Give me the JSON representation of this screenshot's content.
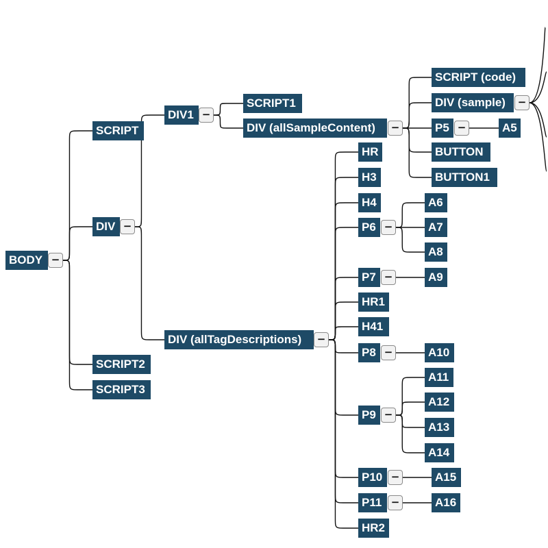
{
  "colors": {
    "node_bg": "#1e4a66",
    "node_text": "#ffffff",
    "line": "#111111",
    "toggle_bg": "#f2f2f2"
  },
  "toggle_symbol": "−",
  "nodes": {
    "body": {
      "label": "BODY"
    },
    "script": {
      "label": "SCRIPT"
    },
    "div": {
      "label": "DIV"
    },
    "script2": {
      "label": "SCRIPT2"
    },
    "script3": {
      "label": "SCRIPT3"
    },
    "div1": {
      "label": "DIV1"
    },
    "div_alltag": {
      "label": "DIV (allTagDescriptions)"
    },
    "script1": {
      "label": "SCRIPT1"
    },
    "div_allsample": {
      "label": "DIV (allSampleContent)"
    },
    "script_code": {
      "label": "SCRIPT (code)"
    },
    "div_sample": {
      "label": "DIV (sample)"
    },
    "p5": {
      "label": "P5"
    },
    "a5": {
      "label": "A5"
    },
    "button": {
      "label": "BUTTON"
    },
    "button1": {
      "label": "BUTTON1"
    },
    "hr": {
      "label": "HR"
    },
    "h3": {
      "label": "H3"
    },
    "h4": {
      "label": "H4"
    },
    "p6": {
      "label": "P6"
    },
    "a6": {
      "label": "A6"
    },
    "a7": {
      "label": "A7"
    },
    "a8": {
      "label": "A8"
    },
    "p7": {
      "label": "P7"
    },
    "a9": {
      "label": "A9"
    },
    "hr1": {
      "label": "HR1"
    },
    "h41": {
      "label": "H41"
    },
    "p8": {
      "label": "P8"
    },
    "a10": {
      "label": "A10"
    },
    "p9": {
      "label": "P9"
    },
    "a11": {
      "label": "A11"
    },
    "a12": {
      "label": "A12"
    },
    "a13": {
      "label": "A13"
    },
    "a14": {
      "label": "A14"
    },
    "p10": {
      "label": "P10"
    },
    "a15": {
      "label": "A15"
    },
    "p11": {
      "label": "P11"
    },
    "a16": {
      "label": "A16"
    },
    "hr2": {
      "label": "HR2"
    }
  }
}
